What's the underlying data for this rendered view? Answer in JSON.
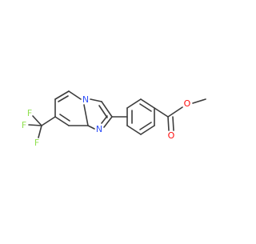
{
  "structure": {
    "atoms": {
      "o_ether": "O",
      "o_carbonyl": "O",
      "n_bridge": "N",
      "n_ring": "N",
      "f_top": "F",
      "f_left": "F",
      "f_bottom": "F"
    },
    "colors": {
      "bond": "#3c3c3c",
      "oxygen": "#ff0d0d",
      "nitrogen": "#3050f8",
      "fluorine": "#90e050"
    }
  }
}
